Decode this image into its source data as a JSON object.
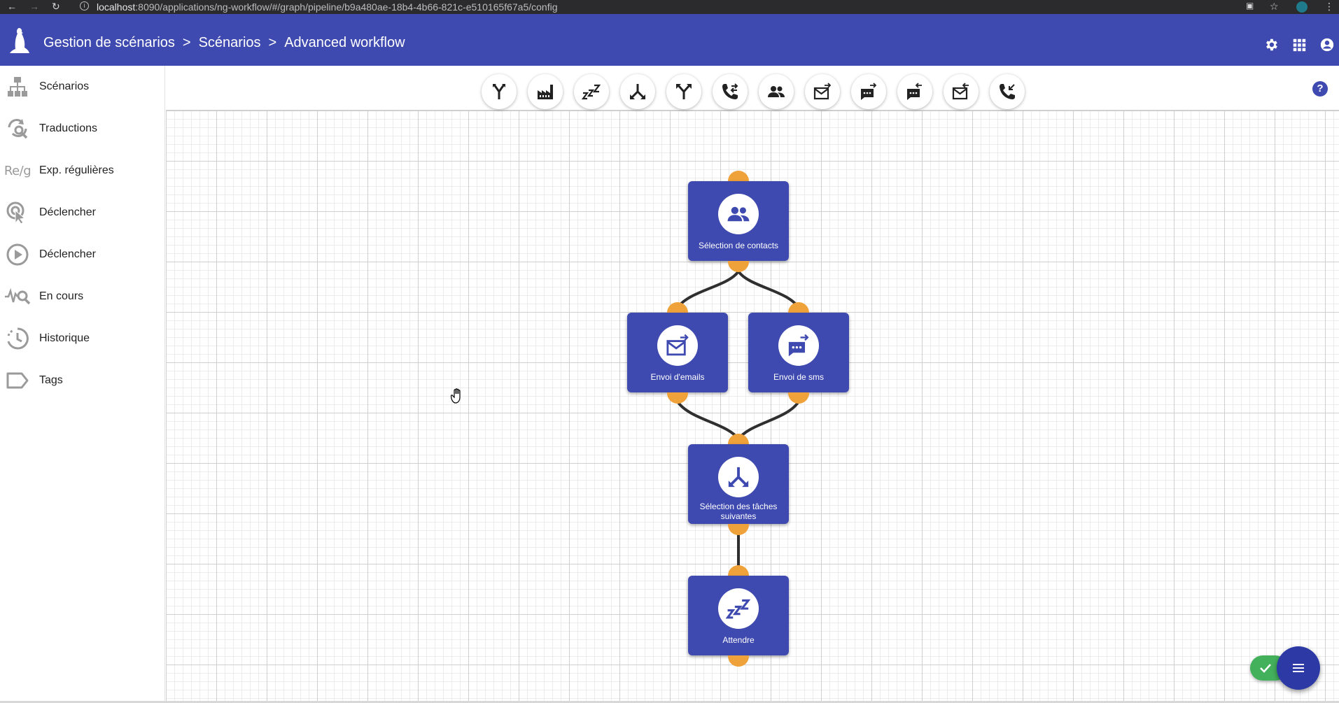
{
  "browser": {
    "url_host": "localhost",
    "url_rest": ":8090/applications/ng-workflow/#/graph/pipeline/b9a480ae-18b4-4b66-821c-e510165f67a5/config"
  },
  "header": {
    "breadcrumb": [
      "Gestion de scénarios",
      "Scénarios",
      "Advanced workflow"
    ],
    "separator": ">",
    "color": "#3f4ab0"
  },
  "sidebar": {
    "items": [
      {
        "label": "Scénarios",
        "icon": "sitemap-icon"
      },
      {
        "label": "Traductions",
        "icon": "translate-search-icon"
      },
      {
        "label": "Exp. régulières",
        "icon": "regex-icon",
        "icon_text": "Re/g"
      },
      {
        "label": "Déclencher",
        "icon": "touch-trigger-icon"
      },
      {
        "label": "Déclencher",
        "icon": "play-circle-icon"
      },
      {
        "label": "En cours",
        "icon": "activity-search-icon"
      },
      {
        "label": "Historique",
        "icon": "history-icon"
      },
      {
        "label": "Tags",
        "icon": "tag-icon"
      }
    ]
  },
  "toolbar": {
    "tools": [
      "merge-icon",
      "factory-icon",
      "sleep-icon",
      "split-merge-icon",
      "fork-icon",
      "phone-transfer-icon",
      "contacts-icon",
      "email-icon",
      "sms-send-icon",
      "sms-receive-icon",
      "email-receive-icon",
      "phone-receive-icon"
    ],
    "help": "?"
  },
  "workflow": {
    "nodes": [
      {
        "id": "contacts",
        "label": "Sélection de contacts",
        "icon": "contacts-icon"
      },
      {
        "id": "emails",
        "label": "Envoi d'emails",
        "icon": "email-send-icon"
      },
      {
        "id": "sms",
        "label": "Envoi de sms",
        "icon": "sms-send-icon"
      },
      {
        "id": "next",
        "label": "Sélection des tâches suivantes",
        "icon": "split-merge-icon"
      },
      {
        "id": "wait",
        "label": "Attendre",
        "icon": "sleep-icon"
      }
    ],
    "node_color": "#3f4ab0",
    "port_color": "#f0a23a"
  },
  "fab": {
    "check": "check-icon",
    "menu": "menu-icon",
    "check_color": "#43b05c"
  }
}
